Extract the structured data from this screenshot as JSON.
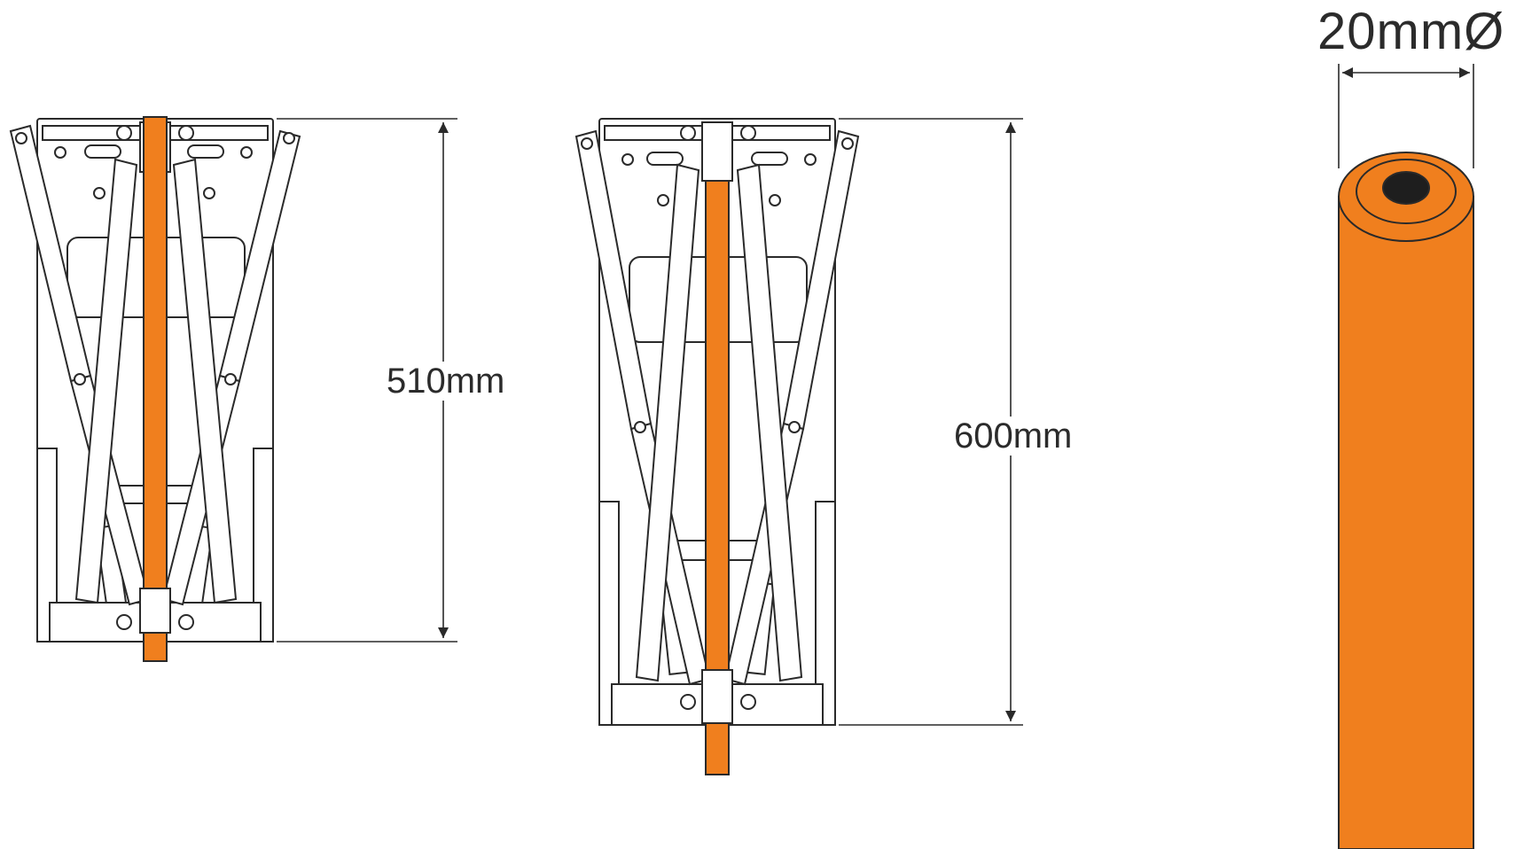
{
  "dimensions": {
    "left_height": "510mm",
    "right_height": "600mm",
    "rod_diameter": "20mmØ"
  },
  "colors": {
    "rod": "#f07f1e",
    "line": "#2a2a2a",
    "background": "#ffffff"
  }
}
